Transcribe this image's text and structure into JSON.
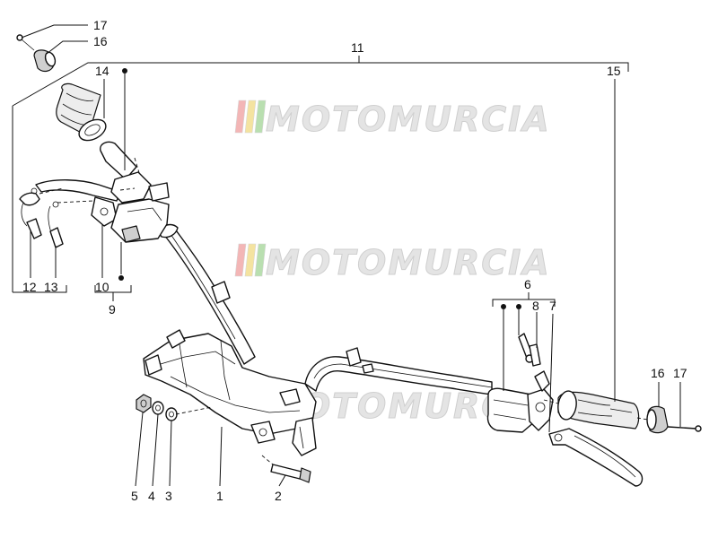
{
  "watermark": {
    "text": "MOTOMURCIA",
    "stripe_colors": [
      "#f3b6b6",
      "#f4e3a0",
      "#b9dfb0",
      "#d8d8d8",
      "#d8d8d8"
    ]
  },
  "labels": {
    "l1": "1",
    "l2": "2",
    "l3": "3",
    "l4": "4",
    "l5": "5",
    "l6": "6",
    "l7": "7",
    "l8": "8",
    "l9": "9",
    "l10": "10",
    "l11": "11",
    "l12": "12",
    "l13": "13",
    "l14": "14",
    "l15": "15",
    "l16a": "16",
    "l17a": "17",
    "l16b": "16",
    "l17b": "17"
  }
}
